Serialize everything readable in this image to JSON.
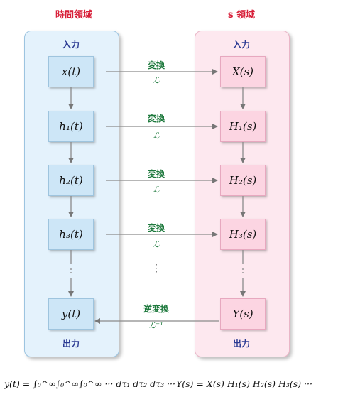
{
  "headings": {
    "time_domain": "時間領域",
    "s_domain": "s 領域"
  },
  "time_panel": {
    "top_label": "入力",
    "bottom_label": "出力",
    "boxes": [
      "x(t)",
      "h₁(t)",
      "h₂(t)",
      "h₃(t)",
      "y(t)"
    ]
  },
  "s_panel": {
    "top_label": "入力",
    "bottom_label": "出力",
    "boxes": [
      "X(s)",
      "H₁(s)",
      "H₂(s)",
      "H₃(s)",
      "Y(s)"
    ]
  },
  "transforms": [
    {
      "op": "変換",
      "symbol": "ℒ"
    },
    {
      "op": "変換",
      "symbol": "ℒ"
    },
    {
      "op": "変換",
      "symbol": "ℒ"
    },
    {
      "op": "変換",
      "symbol": "ℒ"
    },
    {
      "op": "逆変換",
      "symbol": "ℒ⁻¹"
    }
  ],
  "ellipsis": "⋮",
  "formulas": {
    "time": "y(t) = ∫₀^∞∫₀^∞∫₀^∞ ··· dτ₁ dτ₂ dτ₃ ···",
    "s": "Y(s) = X(s) H₁(s) H₂(s) H₃(s) ···"
  },
  "colors": {
    "heading": "#d8203a",
    "tag": "#2c3b93",
    "transform": "#1f7a3e",
    "time_panel": "#e4f2fc",
    "s_panel": "#fde8ef"
  }
}
